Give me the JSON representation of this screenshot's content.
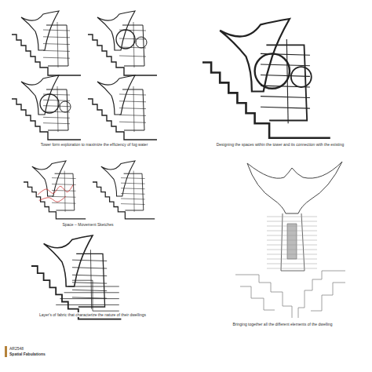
{
  "diagram": {
    "labels": [
      "Tower form exploration to maximize the efficiency of fog water",
      "Designing the spaces within the tower and its connection with the existing",
      "Space – Movement Sketches",
      "Layer's of fabric that characterize the nature of their dwellings",
      "Bringing together all the different elements of the dwelling",
      "AR2548",
      "Spatial Fabulations"
    ]
  }
}
